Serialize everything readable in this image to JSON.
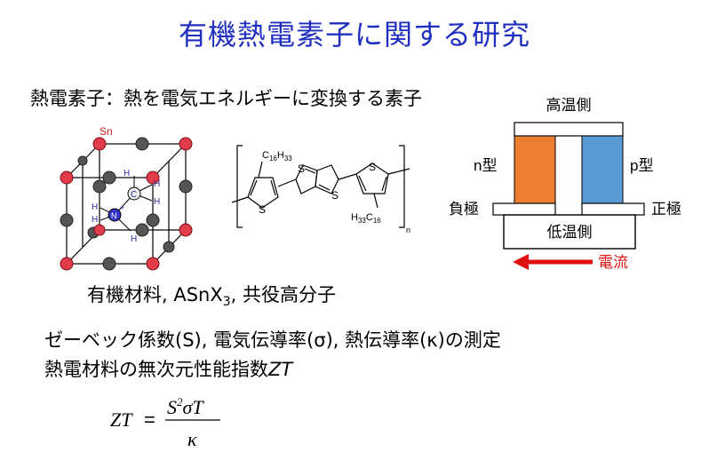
{
  "title": "有機熱電素子に関する研究",
  "definition": "熱電素子：熱を電気エネルギーに変換する素子",
  "crystal": {
    "sn_label": "Sn",
    "h_label": "H",
    "c_label": "C",
    "n_label": "N",
    "plus_label": "+"
  },
  "polymer": {
    "s_label": "S",
    "sub_n": "n",
    "chain_top": {
      "prefix": "C",
      "sub1": "16",
      "mid": "H",
      "sub2": "33"
    },
    "chain_bottom": {
      "prefix": "H",
      "sub1": "33",
      "mid": "C",
      "sub2": "16"
    }
  },
  "materials": {
    "text1": "有機材料, ASnX",
    "sub": "3",
    "text2": ", 共役高分子"
  },
  "device": {
    "hot_side": "高温側",
    "cold_side": "低温側",
    "n_type": "n型",
    "p_type": "p型",
    "negative": "負極",
    "positive": "正極",
    "current": "電流",
    "n_color": "#ed7d31",
    "p_color": "#5b9bd5",
    "arrow_color": "#e01010"
  },
  "measurement": {
    "line1": "ゼーベック係数(S), 電気伝導率(σ), 熱伝導率(κ)の測定",
    "line2_text": "熱電材料の無次元性能指数",
    "line2_em": "ZT"
  },
  "formula": {
    "lhs": "ZT",
    "eq": "=",
    "num_s": "S",
    "num_exp": "2",
    "num_rest": "σT",
    "den": "κ"
  }
}
